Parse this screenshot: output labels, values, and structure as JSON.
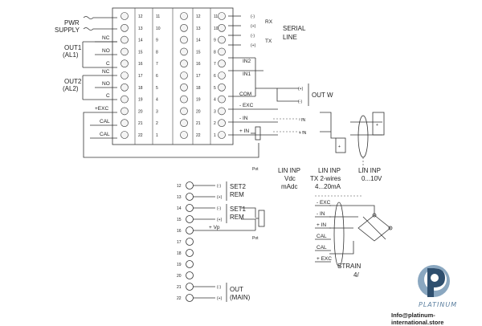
{
  "colors": {
    "line": "#333333",
    "brand_dark": "#2f4f6e",
    "brand_light": "#8aa7c0"
  },
  "terminal_block": {
    "column_a": [
      "12",
      "13",
      "14",
      "15",
      "16",
      "17",
      "18",
      "19",
      "20",
      "21",
      "22"
    ],
    "column_b": [
      "11",
      "10",
      "9",
      "8",
      "7",
      "6",
      "5",
      "4",
      "3",
      "2",
      "1"
    ]
  },
  "left_labels": {
    "pwr": "PWR",
    "supply": "SUPPLY",
    "out1": "OUT1",
    "al1": "(AL1)",
    "out2": "OUT2",
    "al2": "(AL2)",
    "nc1": "NC",
    "no1": "NO",
    "c1": "C",
    "nc2": "NC",
    "no2": "NO",
    "c2": "C",
    "exc": "+EXC",
    "cal1": "CAL",
    "cal2": "CAL"
  },
  "right_labels": {
    "serial": "SERIAL",
    "line": "LINE",
    "rx_plus": "(+)",
    "rx_minus": "(-)",
    "rx": "RX",
    "tx_plus": "(+)",
    "tx_minus": "(-)",
    "tx": "TX",
    "in2": "IN2",
    "in1": "IN1",
    "com": "COM",
    "out_w": "OUT W",
    "exc": "- EXC",
    "in_minus": "- IN",
    "in_plus": "+ IN",
    "pot": "Pot"
  },
  "input_types": {
    "lin_vdc": [
      "LIN INP",
      "Vdc",
      "mAdc"
    ],
    "lin_tx": [
      "LIN INP",
      "TX 2-wires",
      "4...20mA"
    ],
    "lin_v": [
      "LIN INP",
      "0...10V"
    ]
  },
  "lower_terminals": [
    "12",
    "13",
    "14",
    "15",
    "16",
    "17",
    "18",
    "19",
    "20",
    "21",
    "22"
  ],
  "lower_labels": {
    "set2": "SET2",
    "rem2": "REM",
    "set1": "SET1",
    "rem1": "REM",
    "vp": "+ Vp",
    "pot": "Pot",
    "out": "OUT",
    "main": "(MAIN)",
    "minus": "(-)",
    "plus": "(+)"
  },
  "strain": {
    "labels": [
      "- EXC",
      "- IN",
      "+ IN",
      "CAL",
      "CAL",
      "+ EXC"
    ],
    "title": "STRAIN",
    "sub": "4/"
  },
  "brand": {
    "name": "PLATINUM",
    "url": "Info@platinum-international.store"
  }
}
